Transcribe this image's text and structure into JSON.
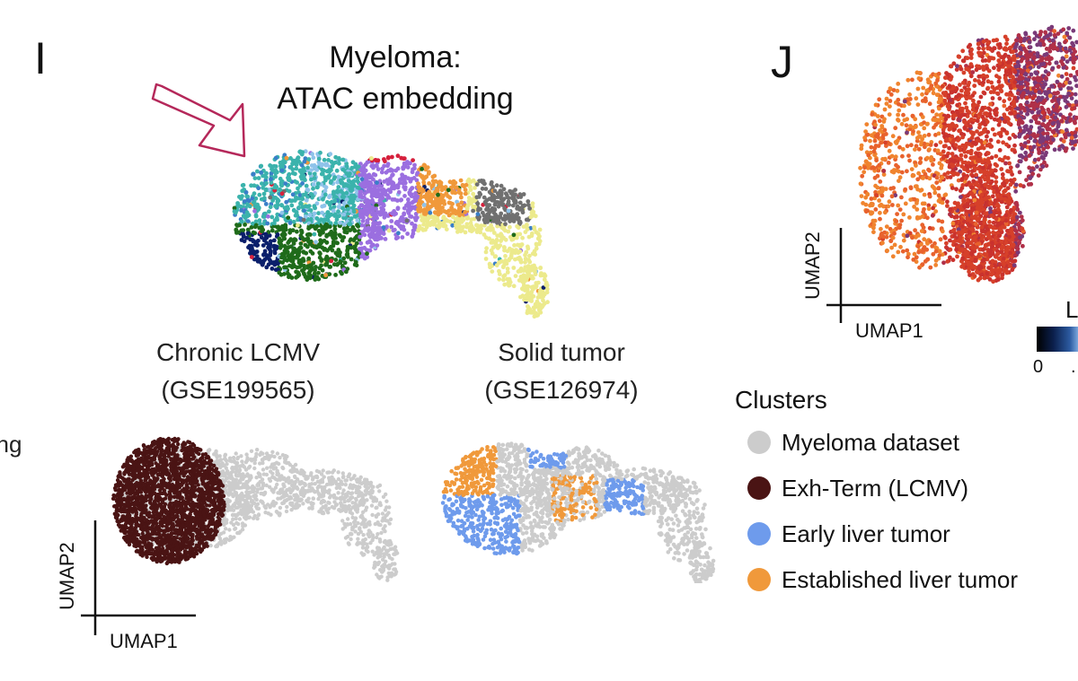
{
  "panel_I": {
    "letter": "I",
    "main_title_line1": "Myeloma:",
    "main_title_line2": "ATAC embedding",
    "left_cut_text": "ng",
    "lcmv_title_line1": "Chronic LCMV",
    "lcmv_title_line2": "(GSE199565)",
    "tumor_title_line1": "Solid tumor",
    "tumor_title_line2": "(GSE126974)",
    "x_axis": "UMAP1",
    "y_axis": "UMAP2"
  },
  "panel_J": {
    "letter": "J",
    "x_axis": "UMAP1",
    "y_axis": "UMAP2",
    "colorbar_tick_0": "0",
    "colorbar_letter_cut": "L",
    "colorbar_dot": "."
  },
  "legend": {
    "title": "Clusters",
    "items": [
      {
        "label": "Myeloma dataset",
        "color": "#cccccc"
      },
      {
        "label": "Exh-Term (LCMV)",
        "color": "#4a1414"
      },
      {
        "label": "Early liver tumor",
        "color": "#6e9bec"
      },
      {
        "label": "Established liver tumor",
        "color": "#f0993b"
      }
    ]
  },
  "colors": {
    "annotation_arrow": "#b5285a",
    "myeloma_clusters": [
      "#3bb3ac",
      "#1f6b1a",
      "#0b1f6b",
      "#9b6fe0",
      "#d6203c",
      "#f0993b",
      "#707070",
      "#ecea8c",
      "#8fc3ea",
      "#3a7fc8"
    ],
    "gradient_hot": [
      "#d6402a",
      "#e8622d",
      "#f0842f",
      "#c9322e",
      "#b03048",
      "#7a3a78"
    ],
    "colorbar": [
      "#000000",
      "#0b1f4b",
      "#2c5aa0",
      "#7aa6dd"
    ]
  }
}
